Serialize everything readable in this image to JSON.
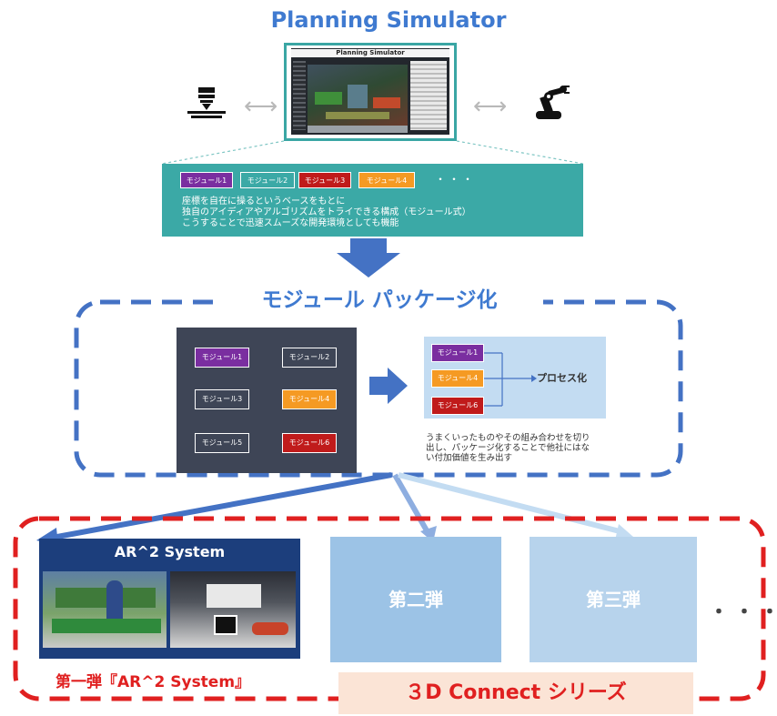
{
  "simulator": {
    "title": "Planning Simulator",
    "screenshot_caption": "Planning Simulator",
    "left_arrow": "⟷",
    "right_arrow": "⟷"
  },
  "callout": {
    "modules": [
      {
        "label": "モジュール1",
        "color": "#7a2ea0"
      },
      {
        "label": "モジュール2",
        "color": "#3ba9a6"
      },
      {
        "label": "モジュール3",
        "color": "#c01b1b"
      },
      {
        "label": "モジュール4",
        "color": "#f59a23"
      }
    ],
    "ellipsis": "・・・",
    "lines": [
      "座標を自在に操るというベースをもとに",
      "独自のアイディアやアルゴリズムをトライできる構成（モジュール式）",
      "こうすることで迅速スムーズな開発環境としても機能"
    ]
  },
  "package": {
    "title": "モジュール パッケージ化",
    "grid": [
      {
        "label": "モジュール1",
        "color": "#7a2ea0"
      },
      {
        "label": "モジュール2",
        "color": "#3e4556"
      },
      {
        "label": "モジュール3",
        "color": "#3e4556"
      },
      {
        "label": "モジュール4",
        "color": "#f59a23"
      },
      {
        "label": "モジュール5",
        "color": "#3e4556"
      },
      {
        "label": "モジュール6",
        "color": "#c01b1b"
      }
    ],
    "selected": [
      {
        "label": "モジュール1",
        "color": "#7a2ea0"
      },
      {
        "label": "モジュール4",
        "color": "#f59a23"
      },
      {
        "label": "モジュール6",
        "color": "#c01b1b"
      }
    ],
    "process_label": "プロセス化",
    "description": [
      "うまくいったものやその組み合わせを切り",
      "出し、パッケージ化することで他社にはな",
      "い付加価値を生み出す"
    ]
  },
  "series": {
    "ar_title": "AR^2 System",
    "second": "第二弾",
    "third": "第三弾",
    "dots": "・・・",
    "first_label": "第一弾『AR^2 System』",
    "series_label": "３D Connect シリーズ"
  },
  "colors": {
    "accent_blue": "#3f7ad0",
    "teal": "#3ba9a6",
    "dashed_blue": "#4472c4",
    "dashed_red": "#e02020",
    "release_blue": "#9cc3e6"
  }
}
